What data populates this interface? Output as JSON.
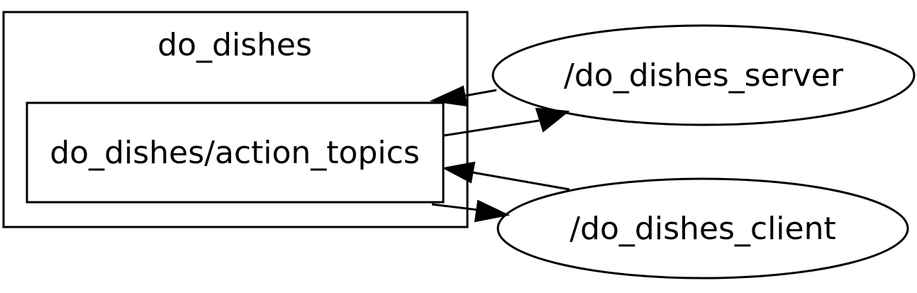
{
  "cluster": {
    "label": "do_dishes"
  },
  "nodes": {
    "action_topics": {
      "label": "do_dishes/action_topics"
    },
    "server": {
      "label": "/do_dishes_server"
    },
    "client": {
      "label": "/do_dishes_client"
    }
  },
  "edges": [
    {
      "from": "server",
      "to": "action_topics"
    },
    {
      "from": "action_topics",
      "to": "server"
    },
    {
      "from": "client",
      "to": "action_topics"
    },
    {
      "from": "action_topics",
      "to": "client"
    }
  ],
  "colors": {
    "stroke": "#000000",
    "background": "#ffffff"
  }
}
